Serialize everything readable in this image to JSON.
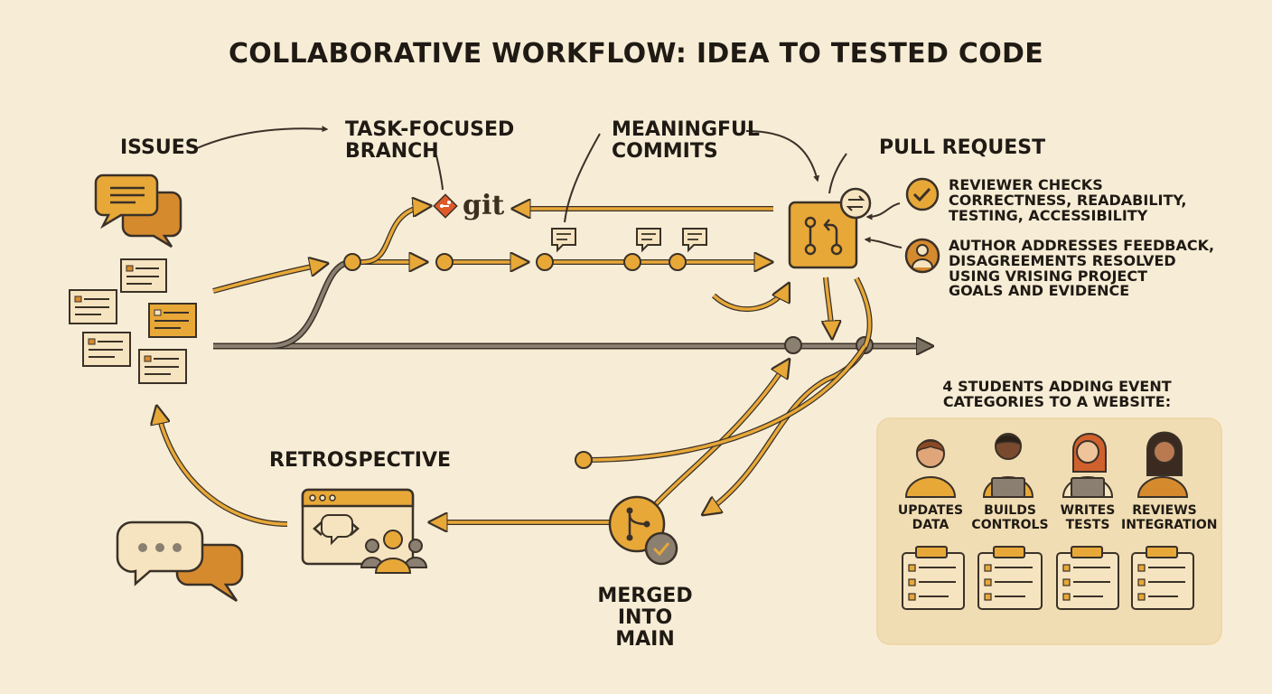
{
  "title": "COLLABORATIVE WORKFLOW: IDEA TO TESTED CODE",
  "steps": {
    "issues": "ISSUES",
    "branch": "TASK-FOCUSED\nBRANCH",
    "commits": "MEANINGFUL\nCOMMITS",
    "pull_request": "PULL REQUEST",
    "merged": "MERGED INTO\nMAIN",
    "retrospective": "RETROSPECTIVE"
  },
  "git_logo": "git",
  "review_notes": {
    "reviewer": "REVIEWER CHECKS\nCORRECTNESS, READABILITY,\nTESTING, ACCESSIBILITY",
    "author": "AUTHOR ADDRESSES FEEDBACK,\nDISAGREEMENTS RESOLVED\nUSING VRISING PROJECT\nGOALS AND EVIDENCE"
  },
  "team": {
    "heading": "4 STUDENTS ADDING EVENT\nCATEGORIES TO A WEBSITE:",
    "members": [
      {
        "role": "UPDATES\nDATA"
      },
      {
        "role": "BUILDS\nCONTROLS"
      },
      {
        "role": "WRITES\nTESTS"
      },
      {
        "role": "REVIEWS\nINTEGRATION"
      }
    ]
  },
  "colors": {
    "background": "#f7ecd5",
    "accent": "#e8a838",
    "accent_dark": "#c97c24",
    "line": "#7a6f60",
    "ink": "#3a3128",
    "panel": "#f1ddb3"
  },
  "icons": [
    "chat-bubbles-icon",
    "issue-card-icon",
    "git-logo-icon",
    "commit-comment-icon",
    "pull-request-icon",
    "swap-arrows-icon",
    "checkmark-icon",
    "person-icon",
    "merge-icon",
    "retrospective-window-icon",
    "student-avatar-icon",
    "clipboard-checklist-icon"
  ]
}
